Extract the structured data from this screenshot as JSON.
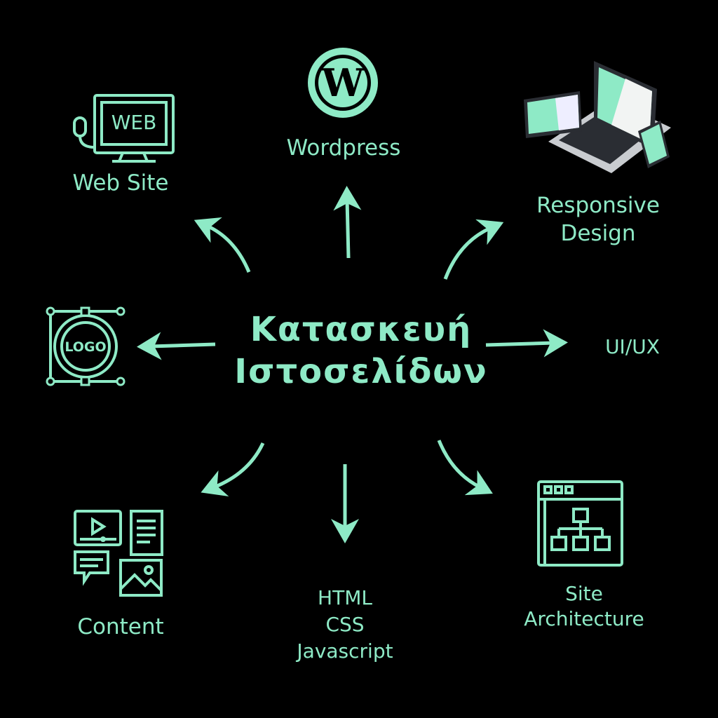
{
  "center": {
    "line1": "Κατασκευή",
    "line2": "Ιστοσελίδων"
  },
  "nodes": {
    "website": {
      "label": "Web Site",
      "icon_text": "WEB"
    },
    "wordpress": {
      "label": "Wordpress"
    },
    "responsive": {
      "line1": "Responsive",
      "line2": "Design"
    },
    "uiux": {
      "label": "UI/UX"
    },
    "logo": {
      "icon_text": "LOGO"
    },
    "content": {
      "label": "Content"
    },
    "code": {
      "line1": "HTML",
      "line2": "CSS",
      "line3": "Javascript"
    },
    "architecture": {
      "line1": "Site",
      "line2": "Architecture"
    }
  },
  "colors": {
    "accent": "#8eeac6",
    "background": "#000000"
  }
}
